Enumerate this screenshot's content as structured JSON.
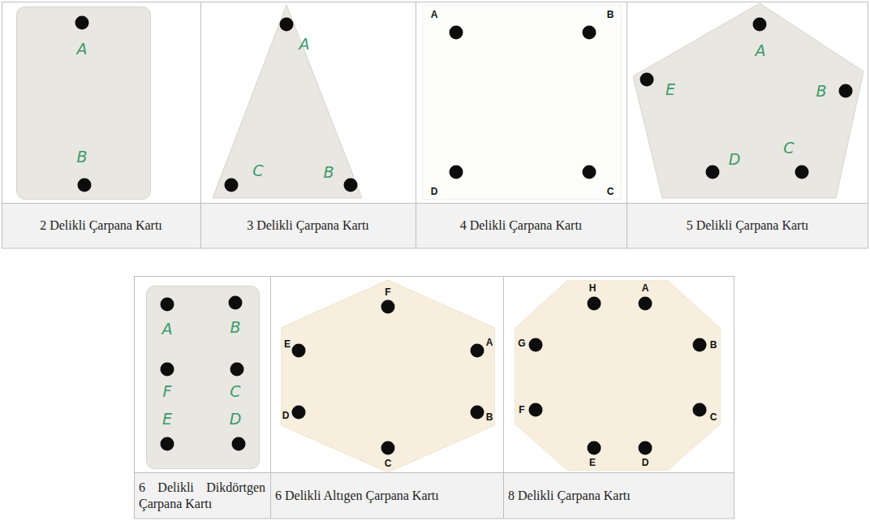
{
  "diagram": {
    "nodes": [
      {
        "text": [
          "A",
          "B"
        ]
      },
      {
        "text": [
          "A",
          "B",
          "C"
        ]
      },
      {
        "text": [
          "A",
          "B",
          "C",
          "D"
        ]
      },
      {
        "text": [
          "A",
          "B",
          "C",
          "D",
          "E"
        ]
      },
      {
        "text": [
          "A",
          "B",
          "C",
          "D",
          "E",
          "F"
        ]
      },
      {
        "text": [
          "A",
          "B",
          "C",
          "D",
          "E",
          "F"
        ]
      },
      {
        "text": [
          "A",
          "B",
          "C",
          "D",
          "E",
          "F",
          "G",
          "H"
        ]
      }
    ],
    "labels": [
      "2 Delikli Çarpana Kartı",
      "3 Delikli Çarpana Kartı",
      "4 Delikli Çarpana Kartı",
      "5 Delikli Çarpana Kartı",
      "6 Delikli Dikdörtgen Çarpana Kartı",
      "6 Delikli Altıgen Çarpana Kartı",
      "8 Delikli Çarpana Kartı"
    ]
  }
}
